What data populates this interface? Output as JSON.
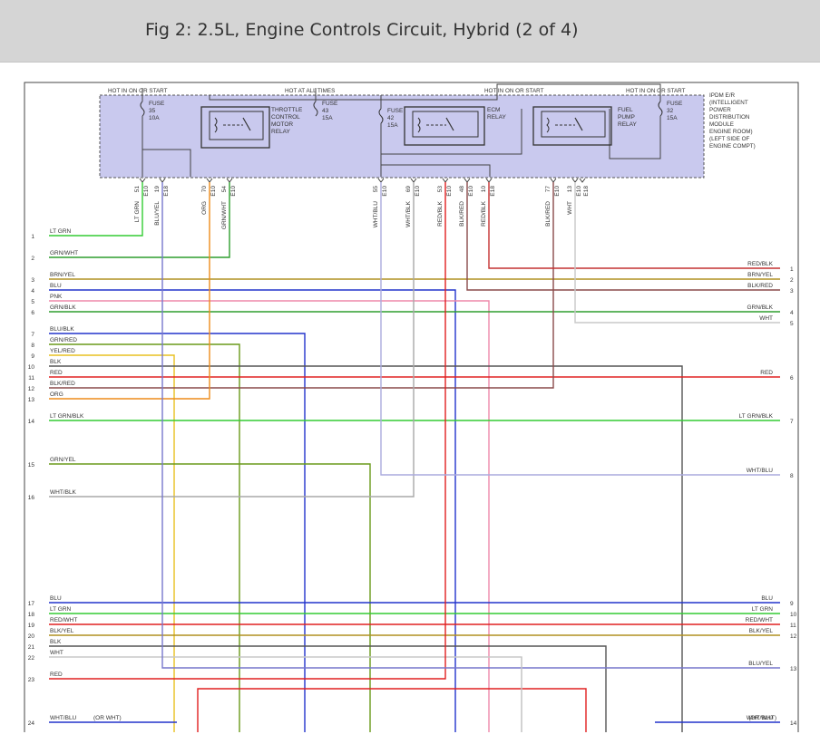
{
  "header": {
    "title": "Fig 2: 2.5L, Engine Controls Circuit, Hybrid (2 of 4)"
  },
  "ipdm": {
    "power_labels": [
      "HOT IN ON OR START",
      "HOT AT ALL TIMES",
      "HOT IN ON OR START",
      "HOT IN ON OR START"
    ],
    "fuses": [
      {
        "name": "FUSE",
        "num": "35",
        "amp": "10A"
      },
      {
        "name": "FUSE",
        "num": "43",
        "amp": "15A"
      },
      {
        "name": "FUSE",
        "num": "42",
        "amp": "15A"
      },
      {
        "name": "FUSE",
        "num": "32",
        "amp": "15A"
      }
    ],
    "relays": [
      {
        "lines": [
          "THROTTLE",
          "CONTROL",
          "MOTOR",
          "RELAY"
        ]
      },
      {
        "lines": [
          "ECM",
          "RELAY"
        ]
      },
      {
        "lines": [
          "FUEL",
          "PUMP",
          "RELAY"
        ]
      }
    ],
    "module_label": [
      "IPDM E/R",
      "(INTELLIGENT",
      "POWER",
      "DISTRIBUTION",
      "MODULE",
      "ENGINE ROOM)",
      "(LEFT SIDE OF",
      "ENGINE COMPT)"
    ]
  },
  "pins": [
    {
      "pin": "51",
      "conn": "E10",
      "wire": "LT GRN"
    },
    {
      "pin": "19",
      "conn": "E18",
      "wire": "BLU/YEL"
    },
    {
      "pin": "70",
      "conn": "E10",
      "wire": "ORG"
    },
    {
      "pin": "54",
      "conn": "E10",
      "wire": "GRN/WHT"
    },
    {
      "pin": "55",
      "conn": "E10",
      "wire": "WHT/BLU"
    },
    {
      "pin": "69",
      "conn": "E10",
      "wire": "WHT/BLK"
    },
    {
      "pin": "53",
      "conn": "E10",
      "wire": "RED/BLK"
    },
    {
      "pin": "48",
      "conn": "E10",
      "wire": "BLK/RED"
    },
    {
      "pin": "10",
      "conn": "E18",
      "wire": "RED/BLK"
    },
    {
      "pin": "77",
      "conn": "E10",
      "wire": "BLK/RED"
    },
    {
      "pin": "13",
      "conn": "E10",
      "wire": "WHT"
    },
    {
      "pin": "",
      "conn": "E18",
      "wire": ""
    }
  ],
  "left_rows": [
    {
      "n": "1",
      "label": "LT GRN"
    },
    {
      "n": "2",
      "label": "GRN/WHT"
    },
    {
      "n": "3",
      "label": "BRN/YEL"
    },
    {
      "n": "4",
      "label": "BLU"
    },
    {
      "n": "5",
      "label": "PNK"
    },
    {
      "n": "6",
      "label": "GRN/BLK"
    },
    {
      "n": "7",
      "label": "BLU/BLK"
    },
    {
      "n": "8",
      "label": "GRN/RED"
    },
    {
      "n": "9",
      "label": "YEL/RED"
    },
    {
      "n": "10",
      "label": "BLK"
    },
    {
      "n": "11",
      "label": "RED"
    },
    {
      "n": "12",
      "label": "BLK/RED"
    },
    {
      "n": "13",
      "label": "ORG"
    },
    {
      "n": "14",
      "label": "LT GRN/BLK"
    },
    {
      "n": "15",
      "label": "GRN/YEL"
    },
    {
      "n": "16",
      "label": "WHT/BLK"
    },
    {
      "n": "17",
      "label": "BLU"
    },
    {
      "n": "18",
      "label": "LT GRN"
    },
    {
      "n": "19",
      "label": "RED/WHT"
    },
    {
      "n": "20",
      "label": "BLK/YEL"
    },
    {
      "n": "21",
      "label": "BLK"
    },
    {
      "n": "22",
      "label": "WHT"
    },
    {
      "n": "23",
      "label": "RED"
    },
    {
      "n": "24",
      "label": "WHT/BLU",
      "extra": "(OR WHT)"
    }
  ],
  "right_rows": [
    {
      "n": "1",
      "label": "RED/BLK"
    },
    {
      "n": "2",
      "label": "BRN/YEL"
    },
    {
      "n": "3",
      "label": "BLK/RED"
    },
    {
      "n": "4",
      "label": "GRN/BLK"
    },
    {
      "n": "5",
      "label": "WHT"
    },
    {
      "n": "6",
      "label": "RED"
    },
    {
      "n": "7",
      "label": "LT GRN/BLK"
    },
    {
      "n": "8",
      "label": "WHT/BLU"
    },
    {
      "n": "9",
      "label": "BLU"
    },
    {
      "n": "10",
      "label": "LT GRN"
    },
    {
      "n": "11",
      "label": "RED/WHT"
    },
    {
      "n": "12",
      "label": "BLK/YEL"
    },
    {
      "n": "13",
      "label": "BLU/YEL"
    },
    {
      "n": "14",
      "label": "WHT/BLU",
      "extra": "(OR WHT)"
    }
  ],
  "colors": {
    "ltgrn": "#33cc33",
    "grn": "#2e9e2e",
    "grnyel": "#6a9a1a",
    "blu": "#2233cc",
    "bluyel": "#7777cc",
    "red": "#e02020",
    "redblk": "#c43030",
    "blkred": "#8a4a4a",
    "brnyel": "#b09020",
    "org": "#ee8c1a",
    "pnk": "#ee88aa",
    "wht": "#c8c8c8",
    "whtblu": "#aaaadd",
    "whtblk": "#a8a8a8",
    "blk": "#555555",
    "yel": "#e8c020",
    "ipdm_fill": "#c9c9ee"
  }
}
